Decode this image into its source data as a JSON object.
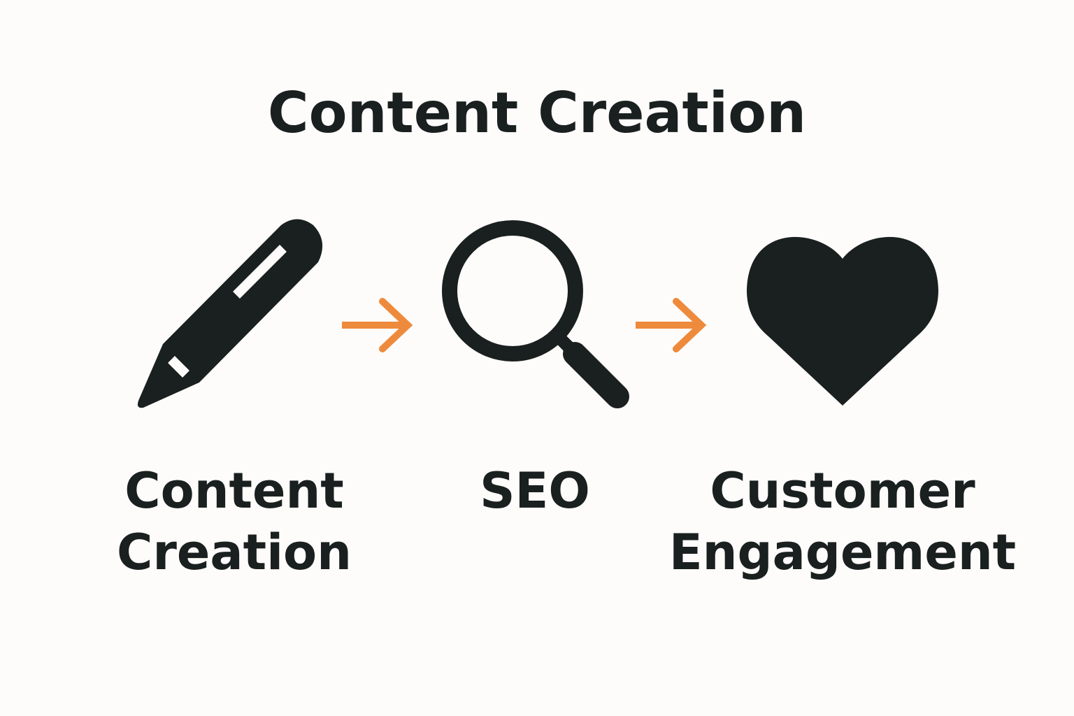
{
  "title": "Content Creation",
  "colors": {
    "background": "#fdfcfa",
    "ink": "#1a1f1f",
    "arrow": "#ee8a3c"
  },
  "steps": [
    {
      "icon": "pencil-icon",
      "label_lines": [
        "Content",
        "Creation"
      ]
    },
    {
      "icon": "magnifier-icon",
      "label_lines": [
        "SEO"
      ]
    },
    {
      "icon": "heart-icon",
      "label_lines": [
        "Customer",
        "Engagement"
      ]
    }
  ],
  "connectors": [
    {
      "icon": "arrow-right-icon",
      "from": "Content Creation",
      "to": "SEO"
    },
    {
      "icon": "arrow-right-icon",
      "from": "SEO",
      "to": "Customer Engagement"
    }
  ]
}
